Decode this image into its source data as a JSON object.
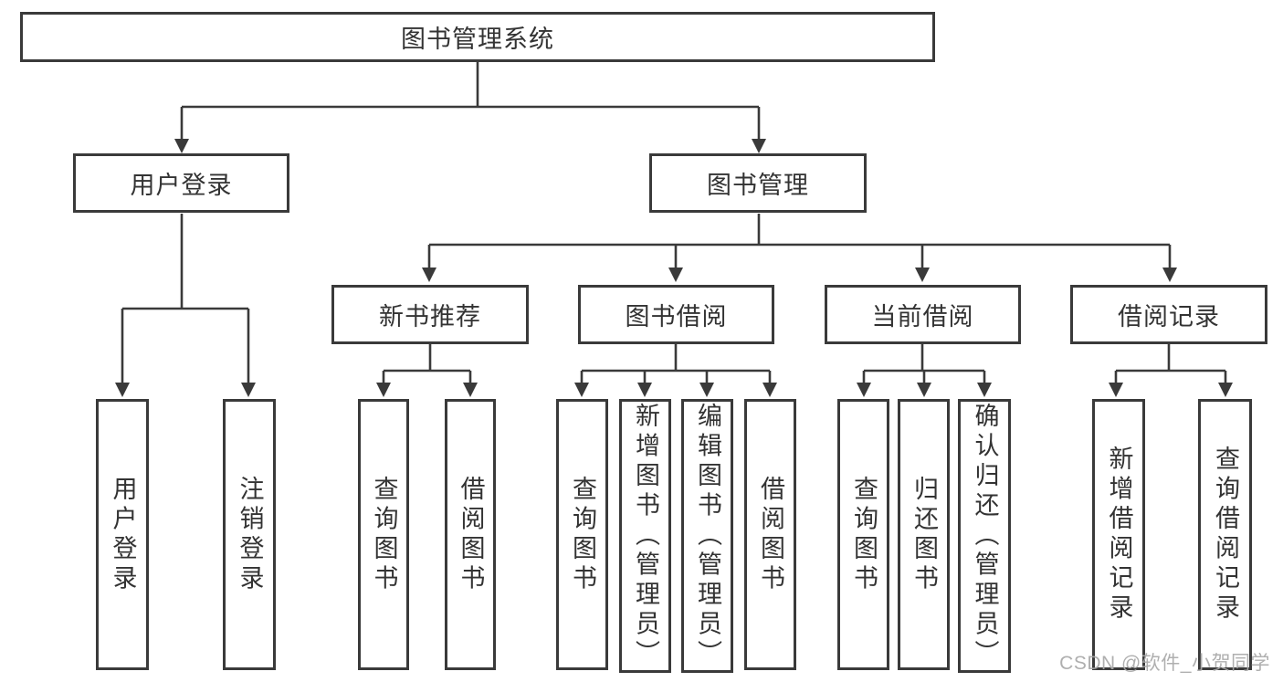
{
  "page": {
    "background": "#ffffff"
  },
  "colors": {
    "box_border": "#3a3a3a",
    "connector": "#3a3a3a",
    "text": "#333333",
    "watermark": "#a8a8a8"
  },
  "tree": {
    "root": {
      "label": "图书管理系统"
    },
    "branches": [
      {
        "label": "用户登录",
        "children": [
          {
            "label": "用户登录"
          },
          {
            "label": "注销登录"
          }
        ]
      },
      {
        "label": "图书管理",
        "children": [
          {
            "label": "新书推荐",
            "children": [
              {
                "label": "查询图书"
              },
              {
                "label": "借阅图书"
              }
            ]
          },
          {
            "label": "图书借阅",
            "children": [
              {
                "label": "查询图书"
              },
              {
                "label": "新增图书（管理员）"
              },
              {
                "label": "编辑图书（管理员）"
              },
              {
                "label": "借阅图书"
              }
            ]
          },
          {
            "label": "当前借阅",
            "children": [
              {
                "label": "查询图书"
              },
              {
                "label": "归还图书"
              },
              {
                "label": "确认归还（管理员）"
              }
            ]
          },
          {
            "label": "借阅记录",
            "children": [
              {
                "label": "新增借阅记录"
              },
              {
                "label": "查询借阅记录"
              }
            ]
          }
        ]
      }
    ]
  },
  "watermark": {
    "text": "CSDN @软件_小贺同学"
  }
}
